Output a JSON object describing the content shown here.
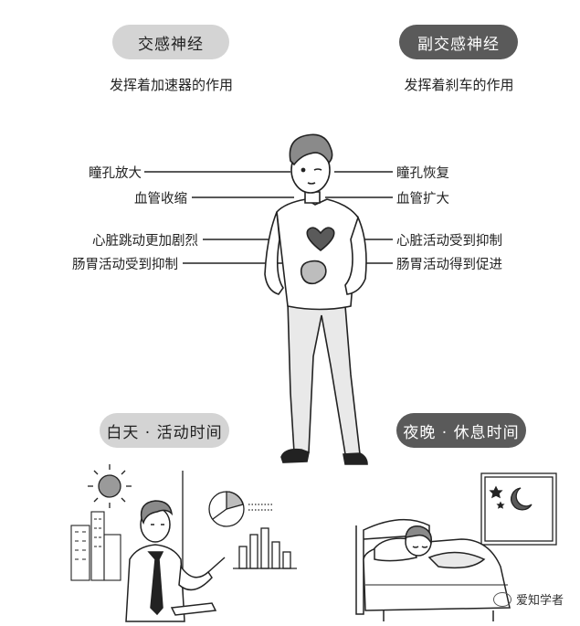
{
  "sympathetic": {
    "title": "交感神经",
    "subtitle": "发挥着加速器的作用",
    "effects": [
      "瞳孔放大",
      "血管收缩",
      "心脏跳动更加剧烈",
      "肠胃活动受到抑制"
    ]
  },
  "parasympathetic": {
    "title": "副交感神经",
    "subtitle": "发挥着刹车的作用",
    "effects": [
      "瞳孔恢复",
      "血管扩大",
      "心脏活动受到抑制",
      "肠胃活动得到促进"
    ]
  },
  "day_label": "白天 · 活动时间",
  "night_label": "夜晚 · 休息时间",
  "watermark": "爱知学者",
  "colors": {
    "pill_light": "#d4d4d4",
    "pill_dark": "#5a5a5a",
    "heart": "#5a5a5a",
    "line": "#222222"
  }
}
